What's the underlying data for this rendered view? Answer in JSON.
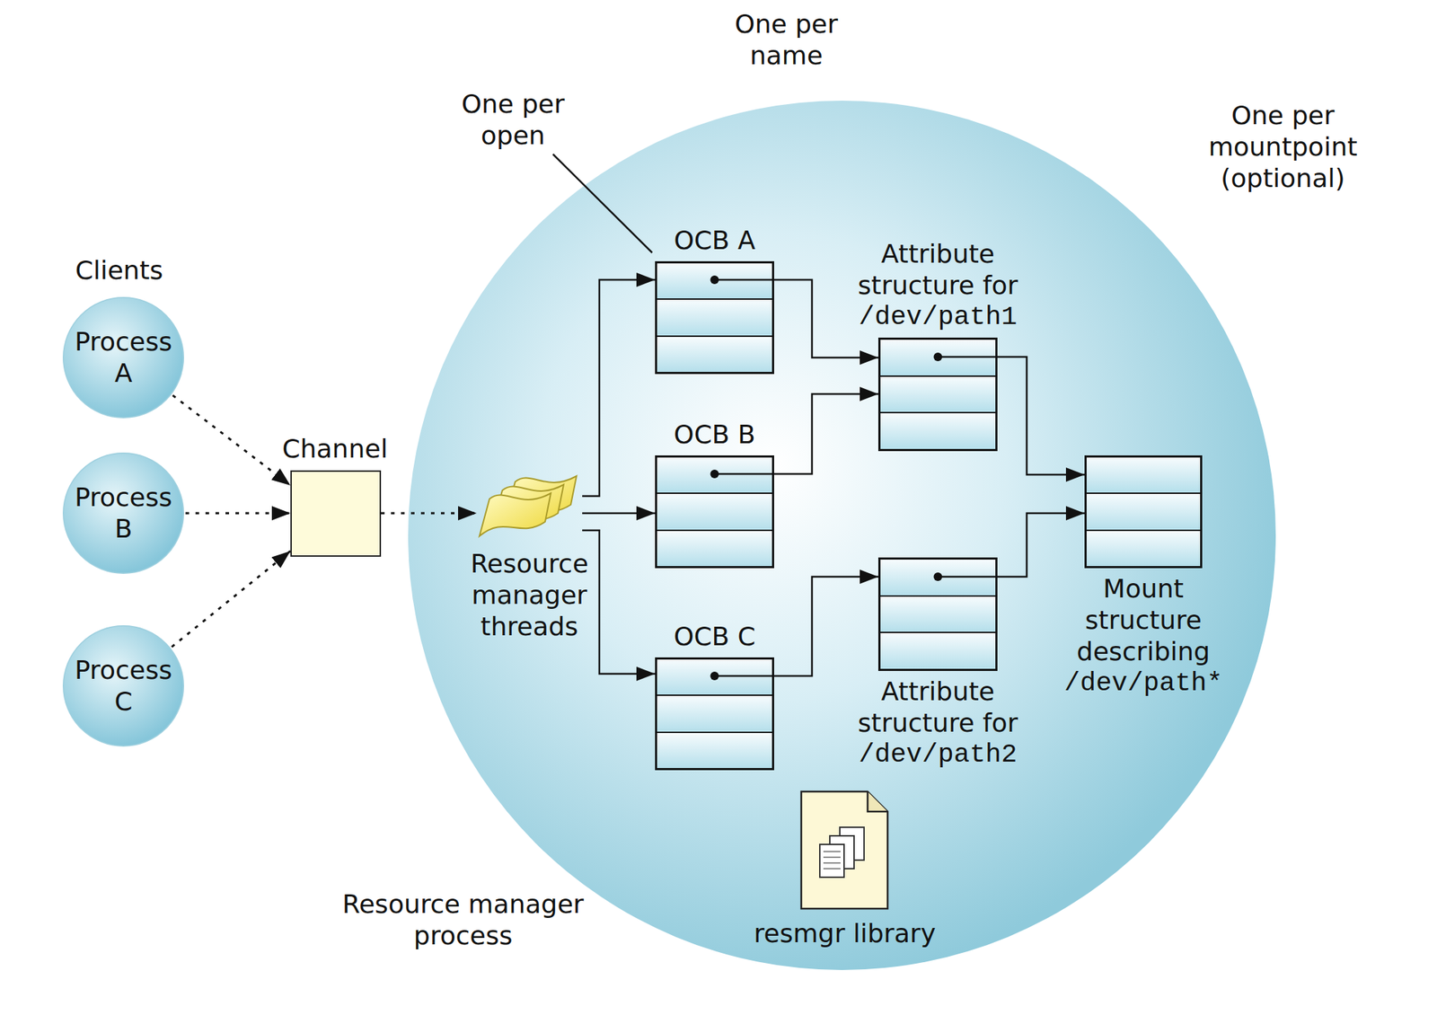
{
  "diagram": {
    "nodes": [
      {
        "text": [
          "Process A"
        ]
      },
      {
        "text": [
          "Process B"
        ]
      },
      {
        "text": [
          "Process C"
        ]
      },
      {
        "text": [
          "Channel"
        ]
      },
      {
        "text": [
          "Resource manager process"
        ]
      },
      {
        "text": [
          "Resource manager threads"
        ],
        "in": 4
      },
      {
        "text": [
          "OCB A"
        ],
        "in": 4
      },
      {
        "text": [
          "OCB B"
        ],
        "in": 4
      },
      {
        "text": [
          "OCB C"
        ],
        "in": 4
      },
      {
        "text": [
          "Attribute structure for",
          "/dev/path1"
        ],
        "in": 4
      },
      {
        "text": [
          "Attribute structure for",
          "/dev/path2"
        ],
        "in": 4
      },
      {
        "text": [
          "Mount structure describing",
          "/dev/path*"
        ],
        "in": 4
      }
    ],
    "edges": [
      {
        "from": 0,
        "to": 3,
        "arrow": "to"
      },
      {
        "from": 1,
        "to": 3,
        "arrow": "to"
      },
      {
        "from": 2,
        "to": 3,
        "arrow": "to"
      },
      {
        "from": 3,
        "to": 5,
        "arrow": "to"
      },
      {
        "from": 5,
        "to": 6,
        "arrow": "to"
      },
      {
        "from": 5,
        "to": 7,
        "arrow": "to"
      },
      {
        "from": 5,
        "to": 8,
        "arrow": "to"
      },
      {
        "from": 6,
        "to": 9,
        "arrow": "to"
      },
      {
        "from": 7,
        "to": 9,
        "arrow": "to"
      },
      {
        "from": 8,
        "to": 10,
        "arrow": "to"
      },
      {
        "from": 9,
        "to": 11,
        "arrow": "to"
      },
      {
        "from": 10,
        "to": 11,
        "arrow": "to"
      }
    ],
    "labels": [
      "Clients",
      "One per name",
      "One per open",
      "One per mountpoint (optional)",
      "resmgr library"
    ]
  }
}
